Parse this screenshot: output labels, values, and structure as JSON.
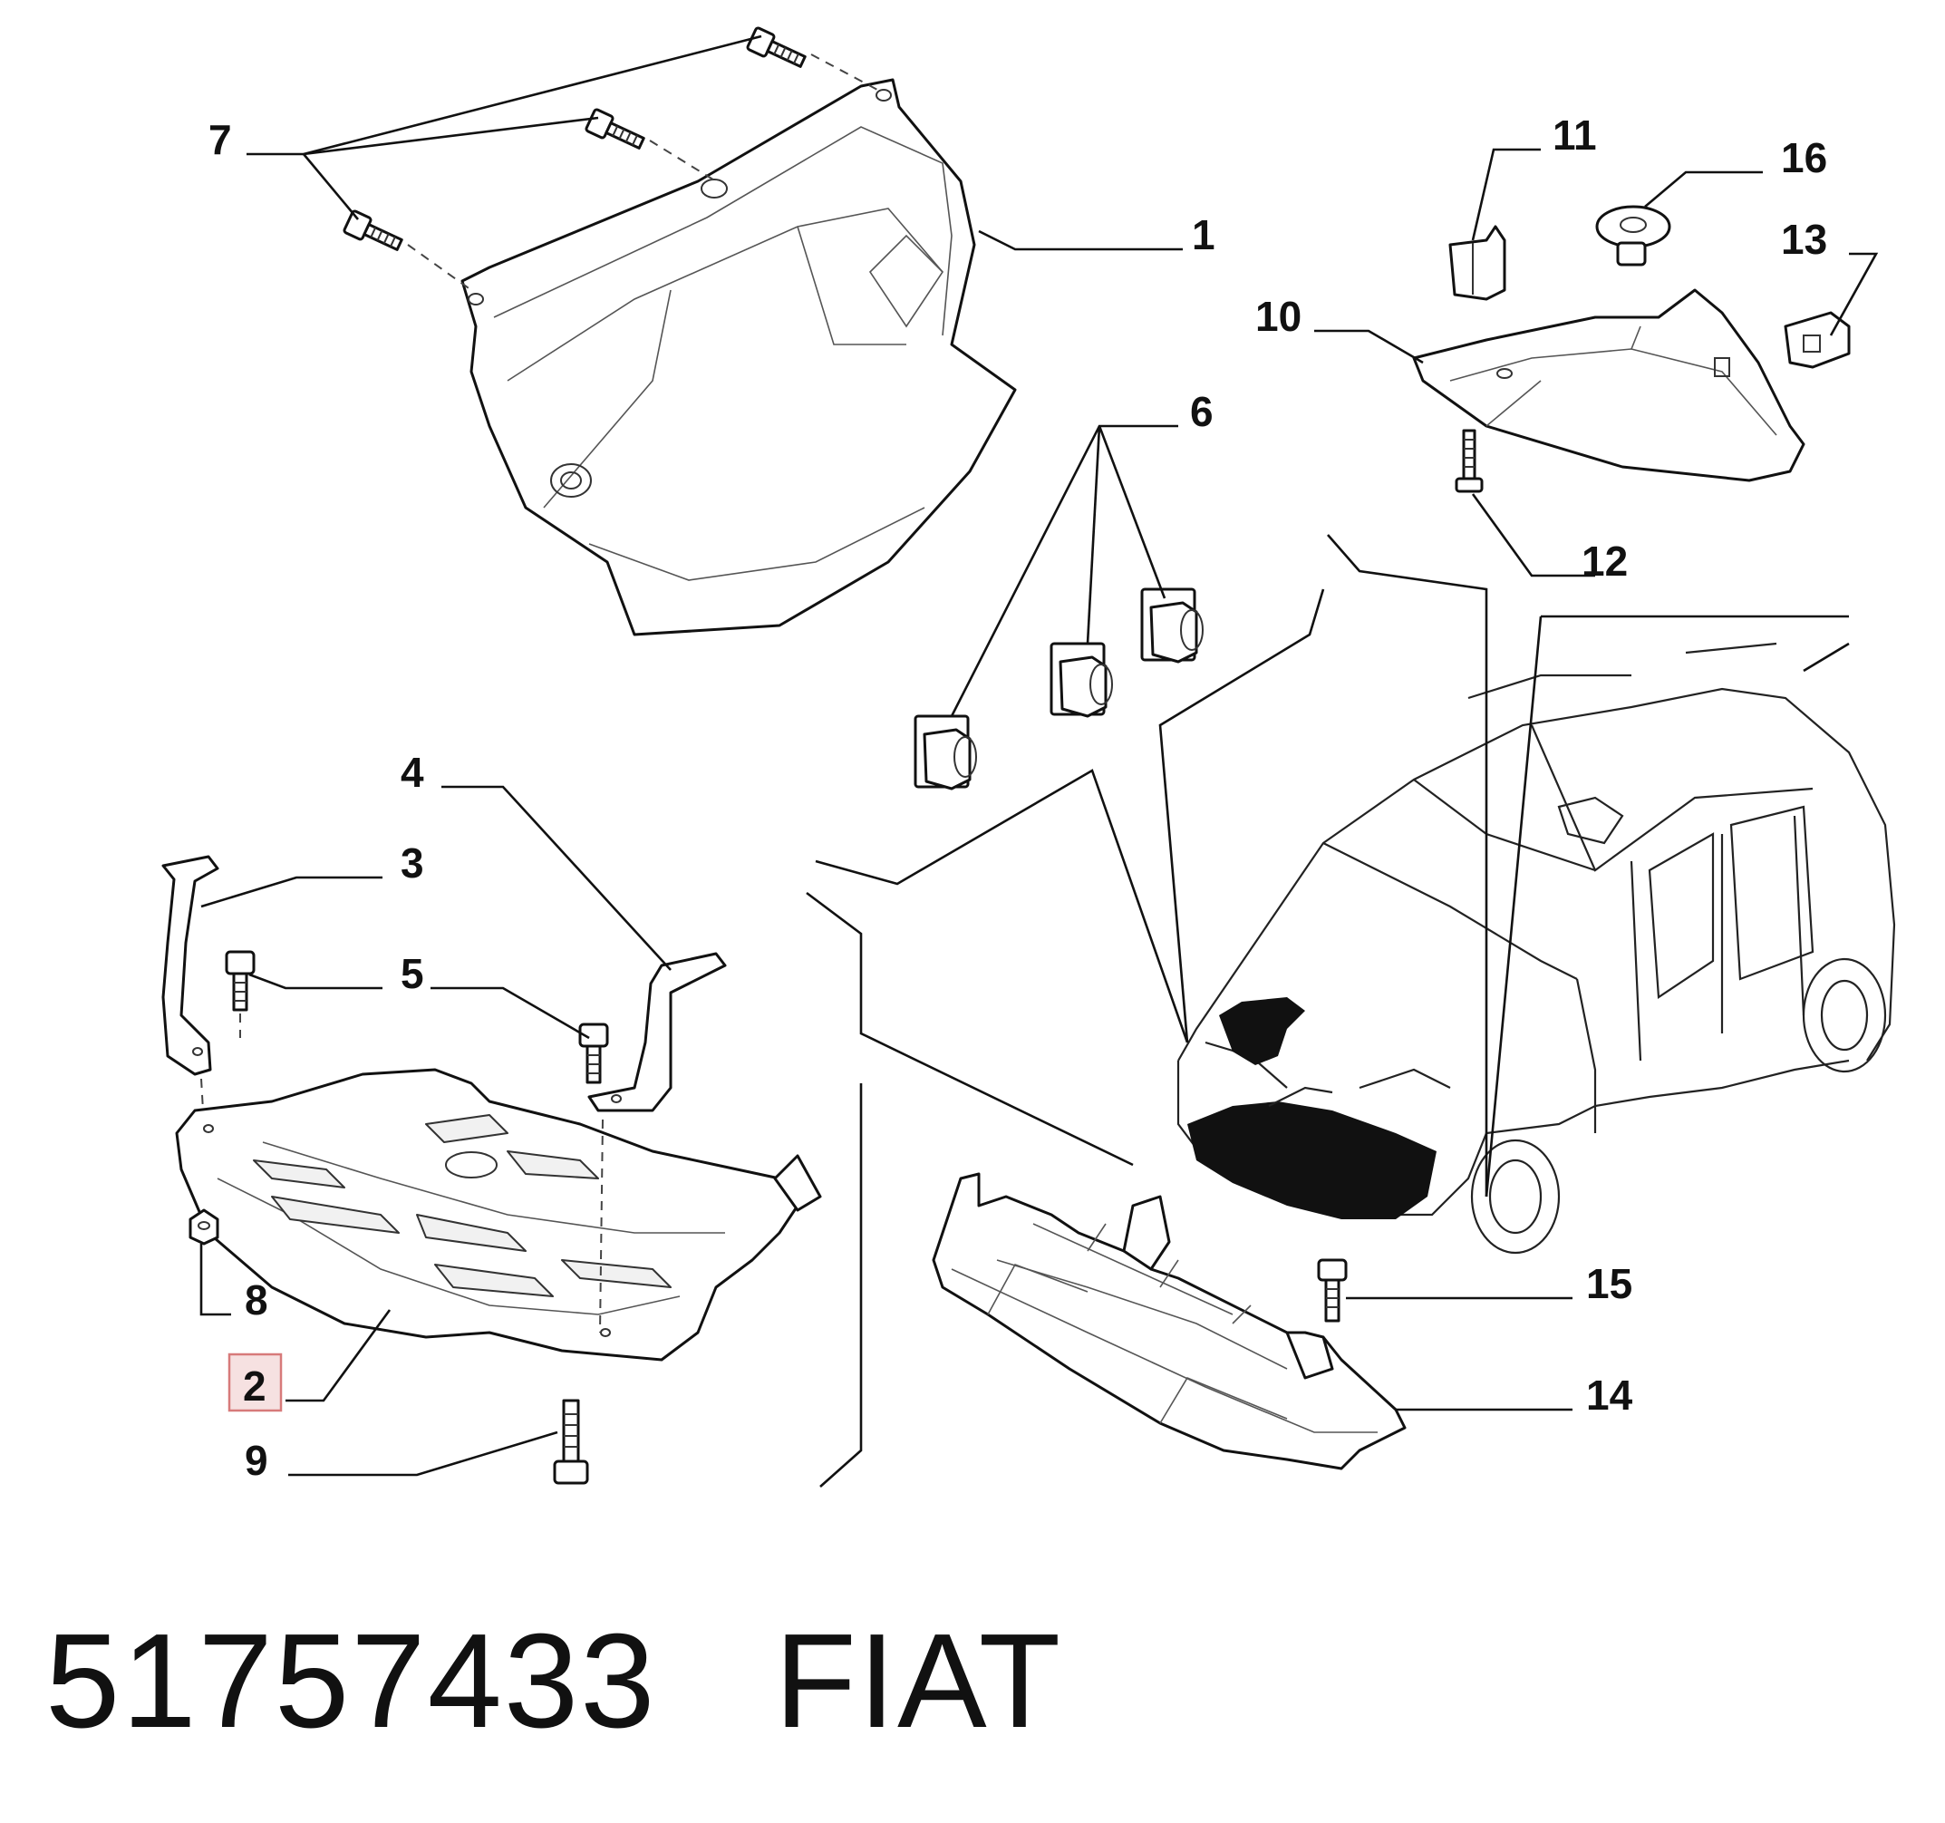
{
  "callouts": {
    "c1": "1",
    "c2": "2",
    "c3": "3",
    "c4": "4",
    "c5": "5",
    "c6": "6",
    "c7": "7",
    "c8": "8",
    "c9": "9",
    "c10": "10",
    "c11": "11",
    "c12": "12",
    "c13": "13",
    "c14": "14",
    "c15": "15",
    "c16": "16"
  },
  "highlighted_callout": "2",
  "footer": {
    "part_number": "51757433",
    "brand": "FIAT"
  },
  "colors": {
    "highlight_fill": "#f6e1e1",
    "highlight_border": "#d77a7a",
    "line": "#111111"
  }
}
